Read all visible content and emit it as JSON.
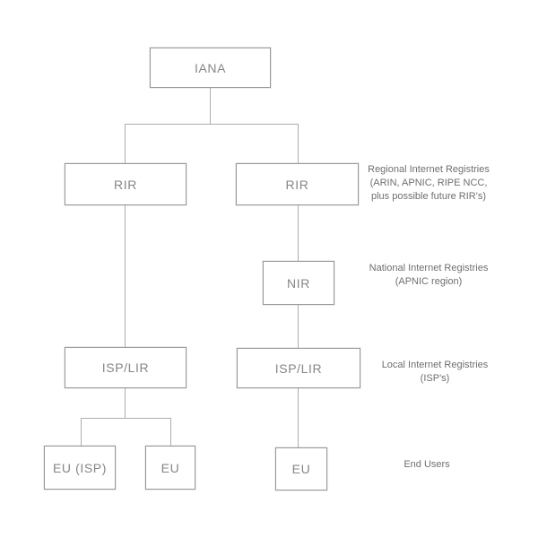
{
  "diagram": {
    "nodes": {
      "iana": {
        "label": "IANA"
      },
      "rir_left": {
        "label": "RIR"
      },
      "rir_right": {
        "label": "RIR"
      },
      "nir": {
        "label": "NIR"
      },
      "isplir_left": {
        "label": "ISP/LIR"
      },
      "isplir_right": {
        "label": "ISP/LIR"
      },
      "eu_isp": {
        "label": "EU (ISP)"
      },
      "eu_left": {
        "label": "EU"
      },
      "eu_right": {
        "label": "EU"
      }
    },
    "annotations": {
      "regional": {
        "lines": [
          "Regional Internet Registries",
          "(ARIN, APNIC, RIPE NCC,",
          "plus possible future RIR's)"
        ]
      },
      "national": {
        "lines": [
          "National Internet Registries",
          "(APNIC region)"
        ]
      },
      "local": {
        "lines": [
          "Local Internet Registries",
          "(ISP's)"
        ]
      },
      "end_users": {
        "lines": [
          "End Users"
        ]
      }
    },
    "colors": {
      "background": "#ffffff",
      "box_border": "#999999",
      "box_text": "#868686",
      "connector_line": "#aeaeae",
      "annotation_text": "#6f6f6f"
    }
  }
}
